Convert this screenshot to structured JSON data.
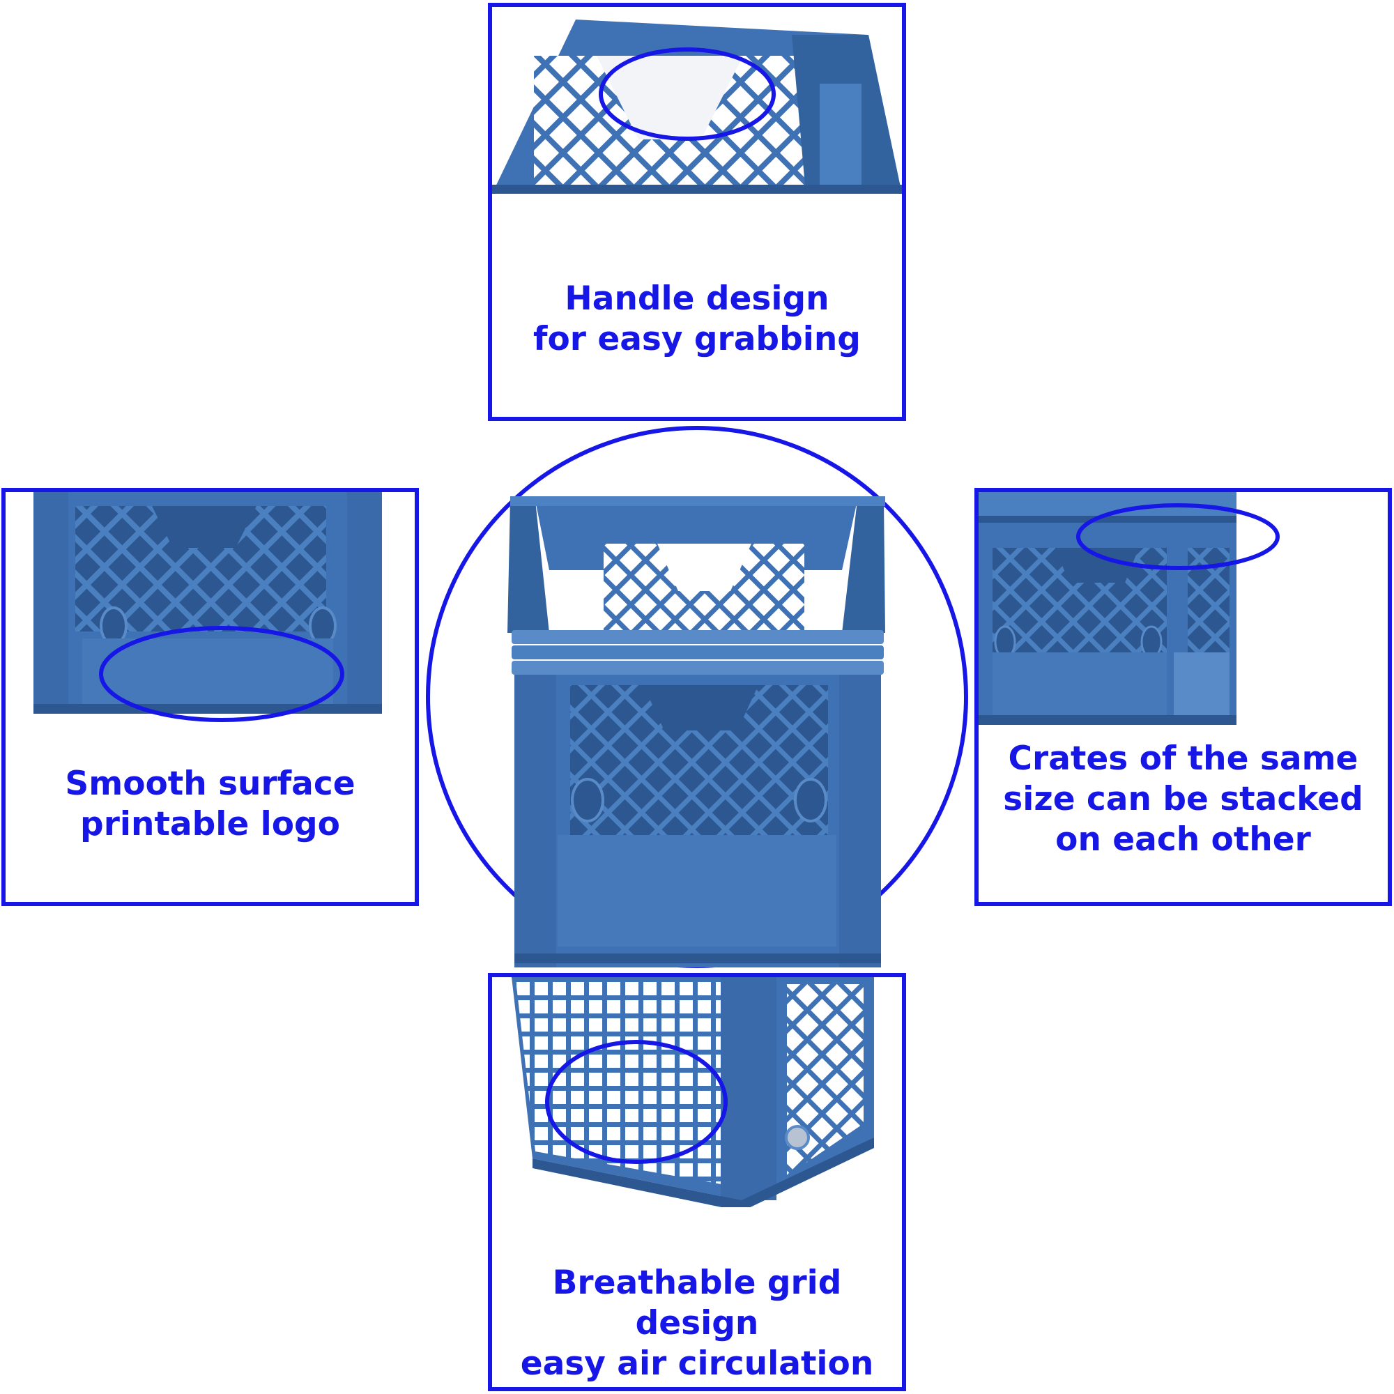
{
  "colors": {
    "accent": "#1616e6",
    "crate": "#3f72b4",
    "crate_dark": "#2c5790",
    "crate_light": "#5a8bc9",
    "background": "#ffffff"
  },
  "center": {
    "subject": "blue plastic crate"
  },
  "features": {
    "top": {
      "lines": [
        "Handle design",
        "for easy grabbing"
      ]
    },
    "left": {
      "lines": [
        "Smooth surface",
        "printable logo"
      ]
    },
    "right": {
      "lines": [
        "Crates of the same",
        "size can be stacked",
        "on each other"
      ]
    },
    "bottom": {
      "lines": [
        "Breathable grid design",
        "easy air circulation"
      ]
    }
  }
}
